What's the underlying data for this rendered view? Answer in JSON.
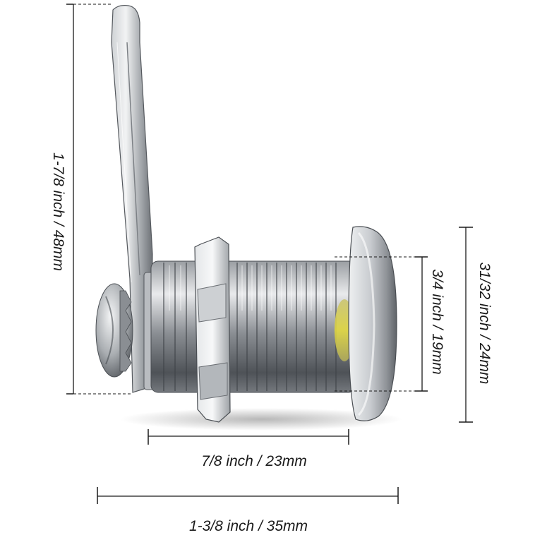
{
  "dimensions": {
    "overall_height": "1-7/8 inch / 48mm",
    "flange_diameter": "31/32 inch / 24mm",
    "thread_diameter": "3/4 inch / 19mm",
    "body_length": "7/8 inch / 23mm",
    "overall_length": "1-3/8 inch / 35mm"
  },
  "product": {
    "name": "cam-lock",
    "icon": "cam-lock-icon"
  },
  "colors": {
    "background": "#ffffff",
    "dimension_line": "#1a1a1a",
    "metal_light": "#e6e8ea",
    "metal_dark": "#5a5e63"
  }
}
